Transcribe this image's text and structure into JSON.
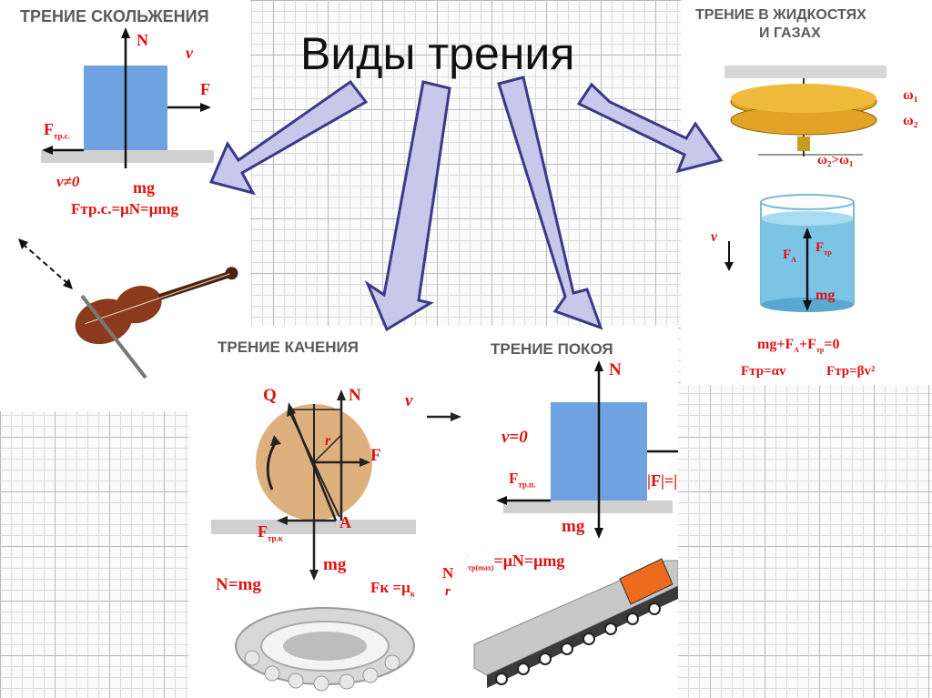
{
  "title": "Виды трения",
  "sliding": {
    "heading": "ТРЕНИЕ СКОЛЬЖЕНИЯ",
    "label_n": "N",
    "label_v": "v",
    "label_f": "F",
    "label_ftr": "F",
    "label_ftr_sub": "тр.с.",
    "label_mg": "mg",
    "cond": "v≠0",
    "formula": "Fтр.с.=μN=μmg"
  },
  "fluid": {
    "heading_line1": "ТРЕНИЕ В ЖИДКОСТЯХ",
    "heading_line2": "И ГАЗАХ",
    "omega1": "ω₁",
    "omega2": "ω₂",
    "omega_rel": "ω₂>ω₁",
    "label_v": "v",
    "label_fa": "F",
    "label_fa_sub": "A",
    "label_ftr": "F",
    "label_ftr_sub": "тр",
    "label_mg": "mg",
    "eq": "mg+F",
    "eq_sub1": "A",
    "eq_mid": "+F",
    "eq_sub2": "тр",
    "eq_end": "=0",
    "formula_a": "Fтр=αv",
    "formula_b": "Fтр=βv²"
  },
  "rolling": {
    "heading": "ТРЕНИЕ КАЧЕНИЯ",
    "label_q": "Q",
    "label_n": "N",
    "label_v": "v",
    "label_f": "F",
    "label_r": "r",
    "label_a": "A",
    "label_ftr": "F",
    "label_ftr_sub": "тр.к",
    "label_mg": "mg",
    "eq_n": "N=mg",
    "eq_fk": "Fк =μ",
    "eq_fk_sub": "к",
    "eq_frac_top": "N",
    "eq_frac_bot": "r"
  },
  "static": {
    "heading": "ТРЕНИЕ ПОКОЯ",
    "label_n": "N",
    "cond": "v=0",
    "label_f": "F",
    "label_ftr": "F",
    "label_ftr_sub": "тр.п.",
    "label_mg": "mg",
    "eq_mod": "|F|=|Fтр.п.|",
    "formula_prefix": "F",
    "formula_sub": "тр(max)",
    "formula": "=μN=μmg"
  },
  "colors": {
    "accent_red": "#e01010",
    "block_blue": "#6ea2e0",
    "arrow_fill": "#c8c8ea",
    "arrow_stroke": "#3a3a8a"
  }
}
